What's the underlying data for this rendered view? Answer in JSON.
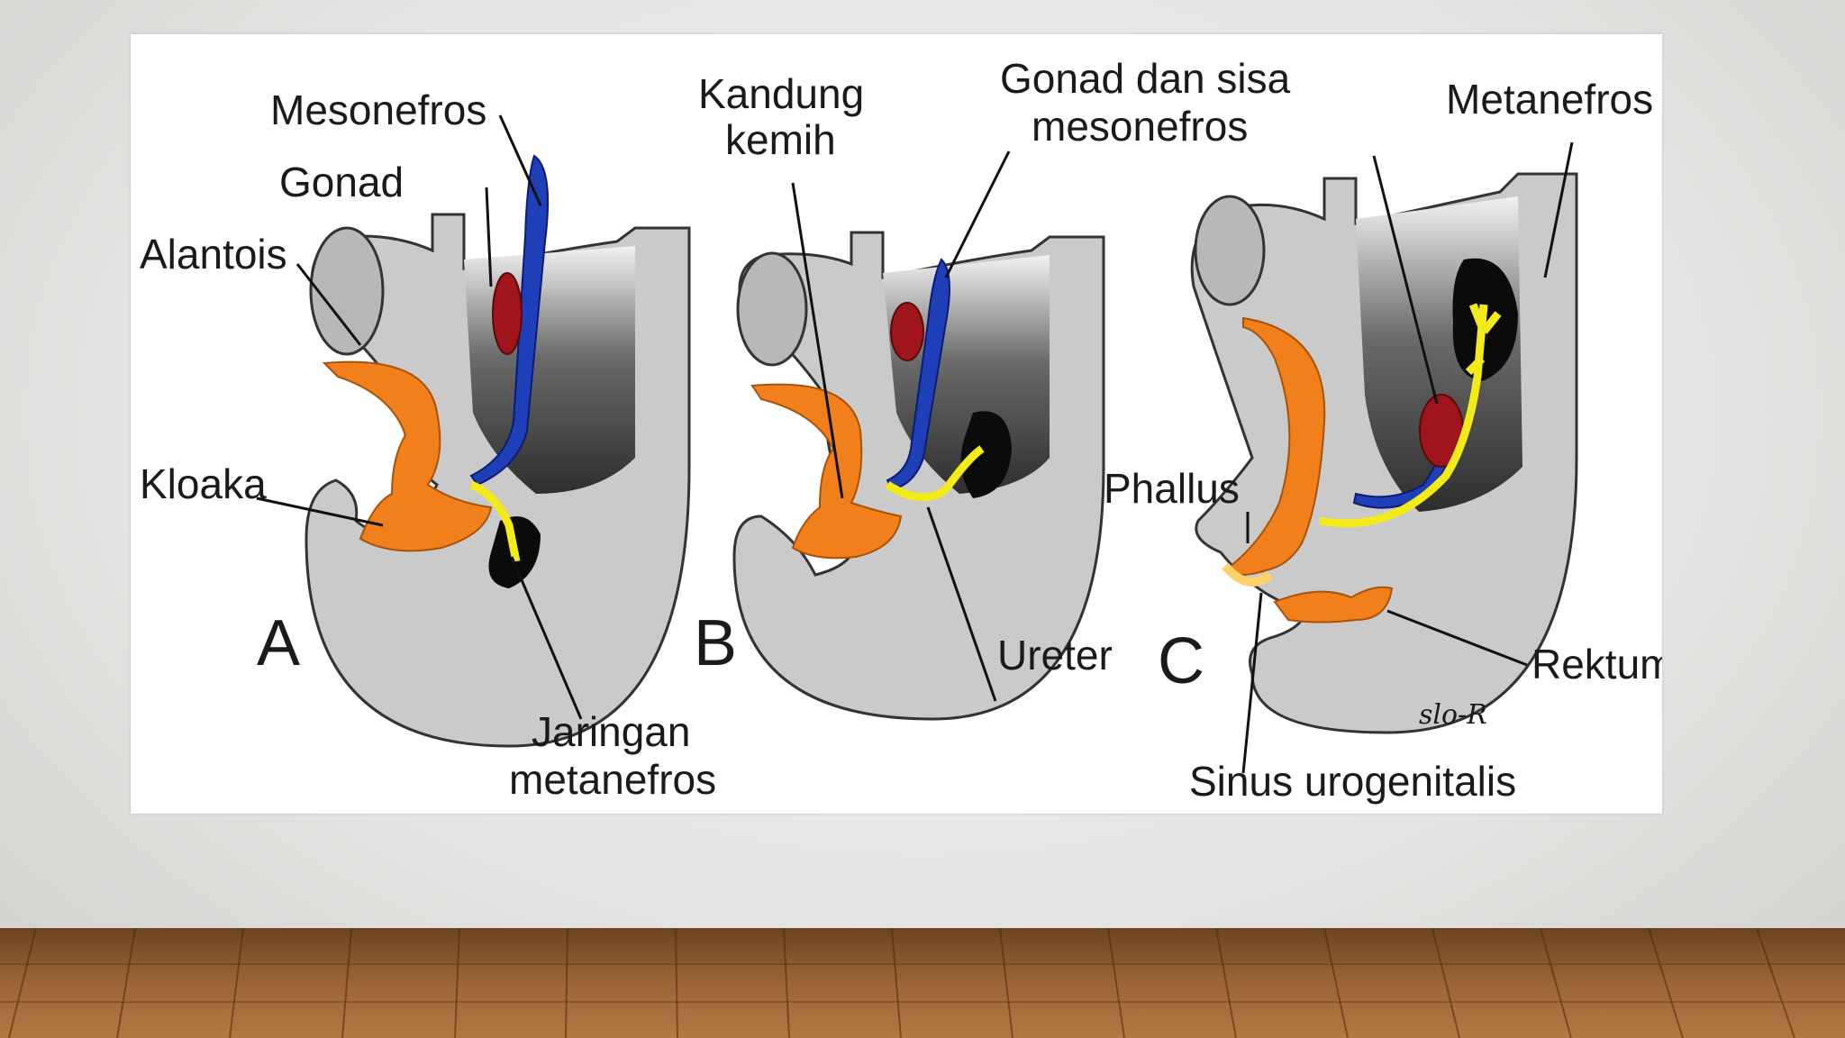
{
  "labels": {
    "mesonefros": "Mesonefros",
    "gonad": "Gonad",
    "alantois": "Alantois",
    "kloaka": "Kloaka",
    "jaringan_line1": "Jaringan",
    "jaringan_line2": "metanefros",
    "kandung_line1": "Kandung",
    "kandung_line2": "kemih",
    "gonad_sisa_line1": "Gonad dan sisa",
    "gonad_sisa_line2": "mesonefros",
    "ureter": "Ureter",
    "metanefros": "Metanefros",
    "phallus": "Phallus",
    "rektum": "Rektum",
    "sinus": "Sinus urogenitalis"
  },
  "panels": [
    "A",
    "B",
    "C"
  ],
  "signature": "slo-R",
  "colors": {
    "embryo": "#c9c9c9",
    "cavity": "#555555",
    "orange": "#f07f1c",
    "blue": "#1f3fb8",
    "red": "#a0141c",
    "yellow": "#f3ea1a",
    "black": "#0b0b0b",
    "floor": "#8a5a2e"
  }
}
